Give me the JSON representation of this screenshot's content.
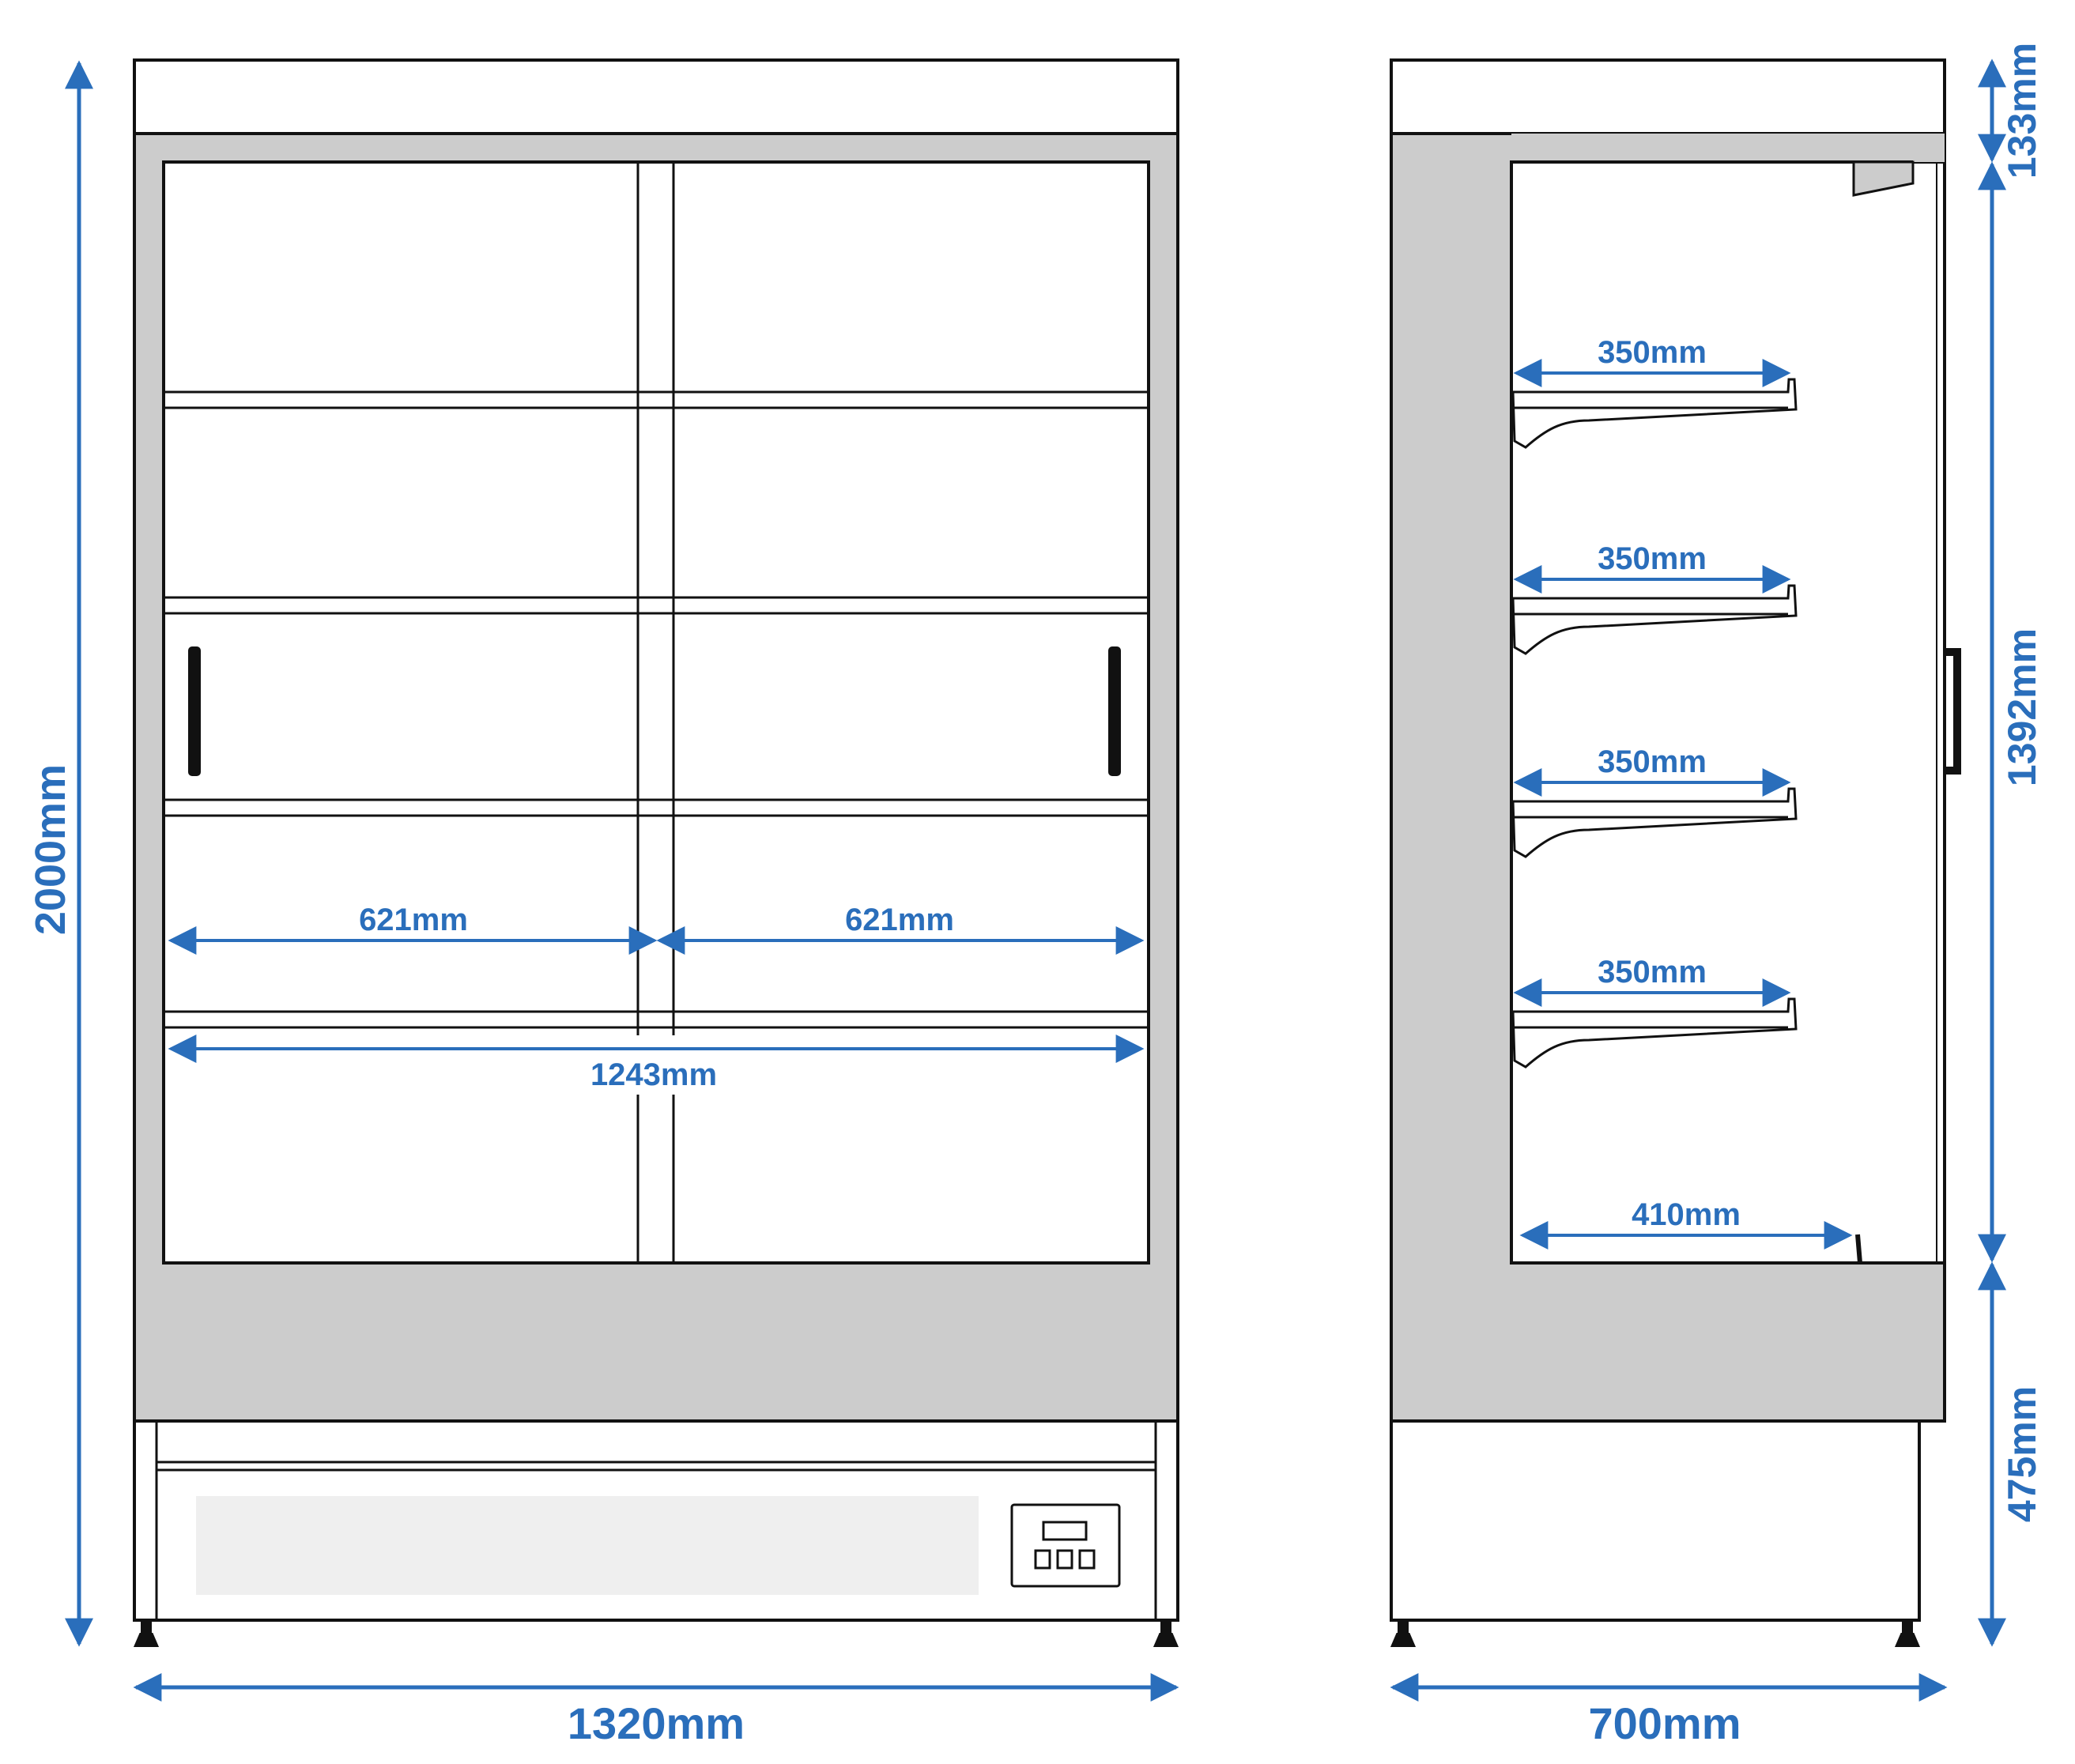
{
  "colors": {
    "dimension": "#2a6ebb",
    "outline": "#111111",
    "panel": "#cccccc",
    "light_panel": "#efefef",
    "background": "#ffffff"
  },
  "front_view": {
    "labels": {
      "overall_height": "2000mm",
      "overall_width": "1320mm",
      "left_shelf_width": "621mm",
      "right_shelf_width": "621mm",
      "inner_width": "1243mm"
    }
  },
  "side_view": {
    "labels": {
      "top_height": "133mm",
      "interior_height": "1392mm",
      "base_height": "475mm",
      "depth": "700mm",
      "shelf_depth_1": "350mm",
      "shelf_depth_2": "350mm",
      "shelf_depth_3": "350mm",
      "shelf_depth_4": "350mm",
      "bottom_depth": "410mm"
    }
  }
}
